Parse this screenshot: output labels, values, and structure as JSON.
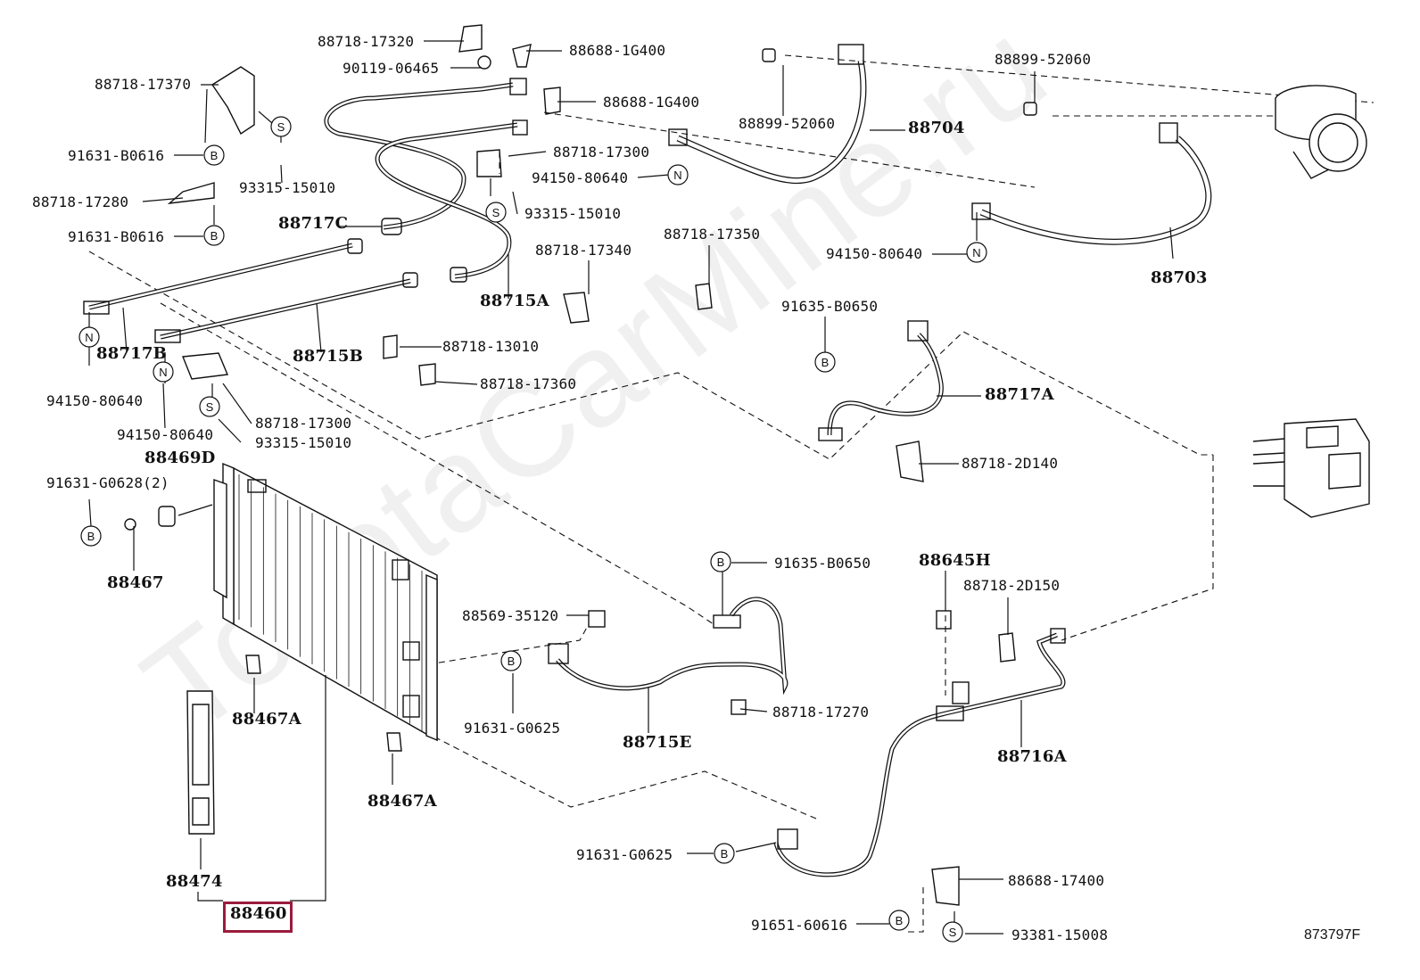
{
  "watermark": "ToyotaCarMine.ru",
  "ref_code": "873797F",
  "highlighted_part": "88460",
  "part_labels": {
    "p88718_17320": "88718-17320",
    "p90119_06465": "90119-06465",
    "p88688_1G400_a": "88688-1G400",
    "p88688_1G400_b": "88688-1G400",
    "p88718_17370": "88718-17370",
    "p91631_B0616_a": "91631-B0616",
    "p93315_15010_a": "93315-15010",
    "p88718_17280": "88718-17280",
    "p91631_B0616_b": "91631-B0616",
    "p88899_52060_a": "88899-52060",
    "p88704": "88704",
    "p88899_52060_b": "88899-52060",
    "p88718_17300_a": "88718-17300",
    "p94150_80640_a": "94150-80640",
    "p93315_15010_b": "93315-15010",
    "p88717C": "88717C",
    "p88718_17340": "88718-17340",
    "p88718_17350": "88718-17350",
    "p94150_80640_b": "94150-80640",
    "p88703": "88703",
    "p88715A": "88715A",
    "p88717B": "88717B",
    "p88715B": "88715B",
    "p88718_13010": "88718-13010",
    "p88718_17360": "88718-17360",
    "p91635_B0650_a": "91635-B0650",
    "p88717A": "88717A",
    "p94150_80640_c": "94150-80640",
    "p88718_17300_b": "88718-17300",
    "p94150_80640_d": "94150-80640",
    "p93315_15010_c": "93315-15010",
    "p88469D": "88469D",
    "p91631_G0628": "91631-G0628(2)",
    "p88718_2D140": "88718-2D140",
    "p88467": "88467",
    "p91635_B0650_b": "91635-B0650",
    "p88645H": "88645H",
    "p88718_2D150": "88718-2D150",
    "p88569_35120": "88569-35120",
    "p91631_G0625_a": "91631-G0625",
    "p88467A_a": "88467A",
    "p88718_17270": "88718-17270",
    "p88715E": "88715E",
    "p88716A": "88716A",
    "p88467A_b": "88467A",
    "p91631_G0625_b": "91631-G0625",
    "p88474": "88474",
    "p88688_17400": "88688-17400",
    "p91651_60616": "91651-60616",
    "p93381_15008": "93381-15008"
  },
  "symbols": {
    "bolt": "B",
    "screw": "S",
    "nut": "N"
  }
}
